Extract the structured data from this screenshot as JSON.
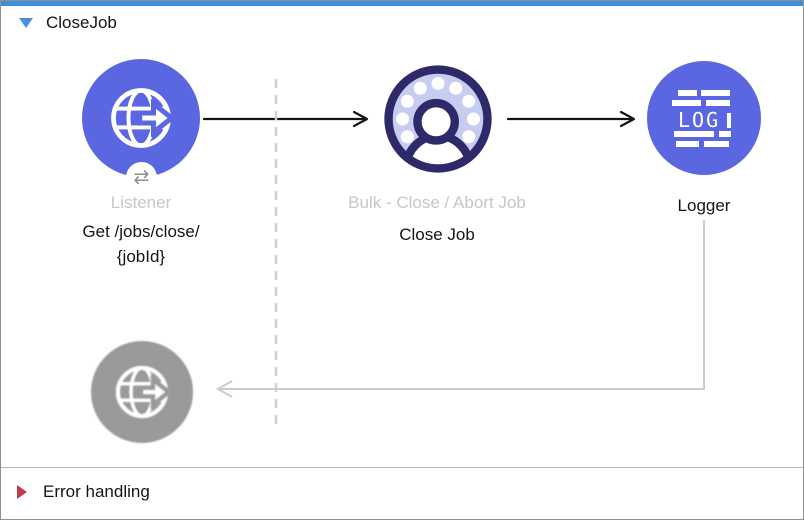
{
  "flow": {
    "title": "CloseJob"
  },
  "canvas": {
    "nodes": {
      "listener": {
        "type_label": "Listener",
        "doc_line1": "Get /jobs/close/",
        "doc_line2": "{jobId}",
        "icon": "globe-arrow",
        "badge_glyph": "⇄"
      },
      "bulk_close_job": {
        "type_label": "Bulk - Close / Abort Job",
        "name": "Close Job",
        "icon": "salesforce-bulk-user"
      },
      "logger": {
        "name": "Logger",
        "icon": "log-lines",
        "icon_text": "LOG"
      },
      "listener_response": {
        "icon": "globe-arrow",
        "state": "disabled"
      }
    }
  },
  "error_handling": {
    "label": "Error handling"
  },
  "colors": {
    "node_blue": "#5A67E0",
    "bulk_ring_navy": "#2E2968",
    "bulk_fill_lavender": "#C6CDF1",
    "top_bar_blue": "#3E8EDE",
    "header_triangle_blue": "#4A90E2",
    "error_triangle_red": "#BE3B4E",
    "response_gray": "#9A9A9A",
    "type_label_gray": "#C7C7C7",
    "connector_gray": "#CCCCCC",
    "flow_arrow_black": "#141414"
  }
}
